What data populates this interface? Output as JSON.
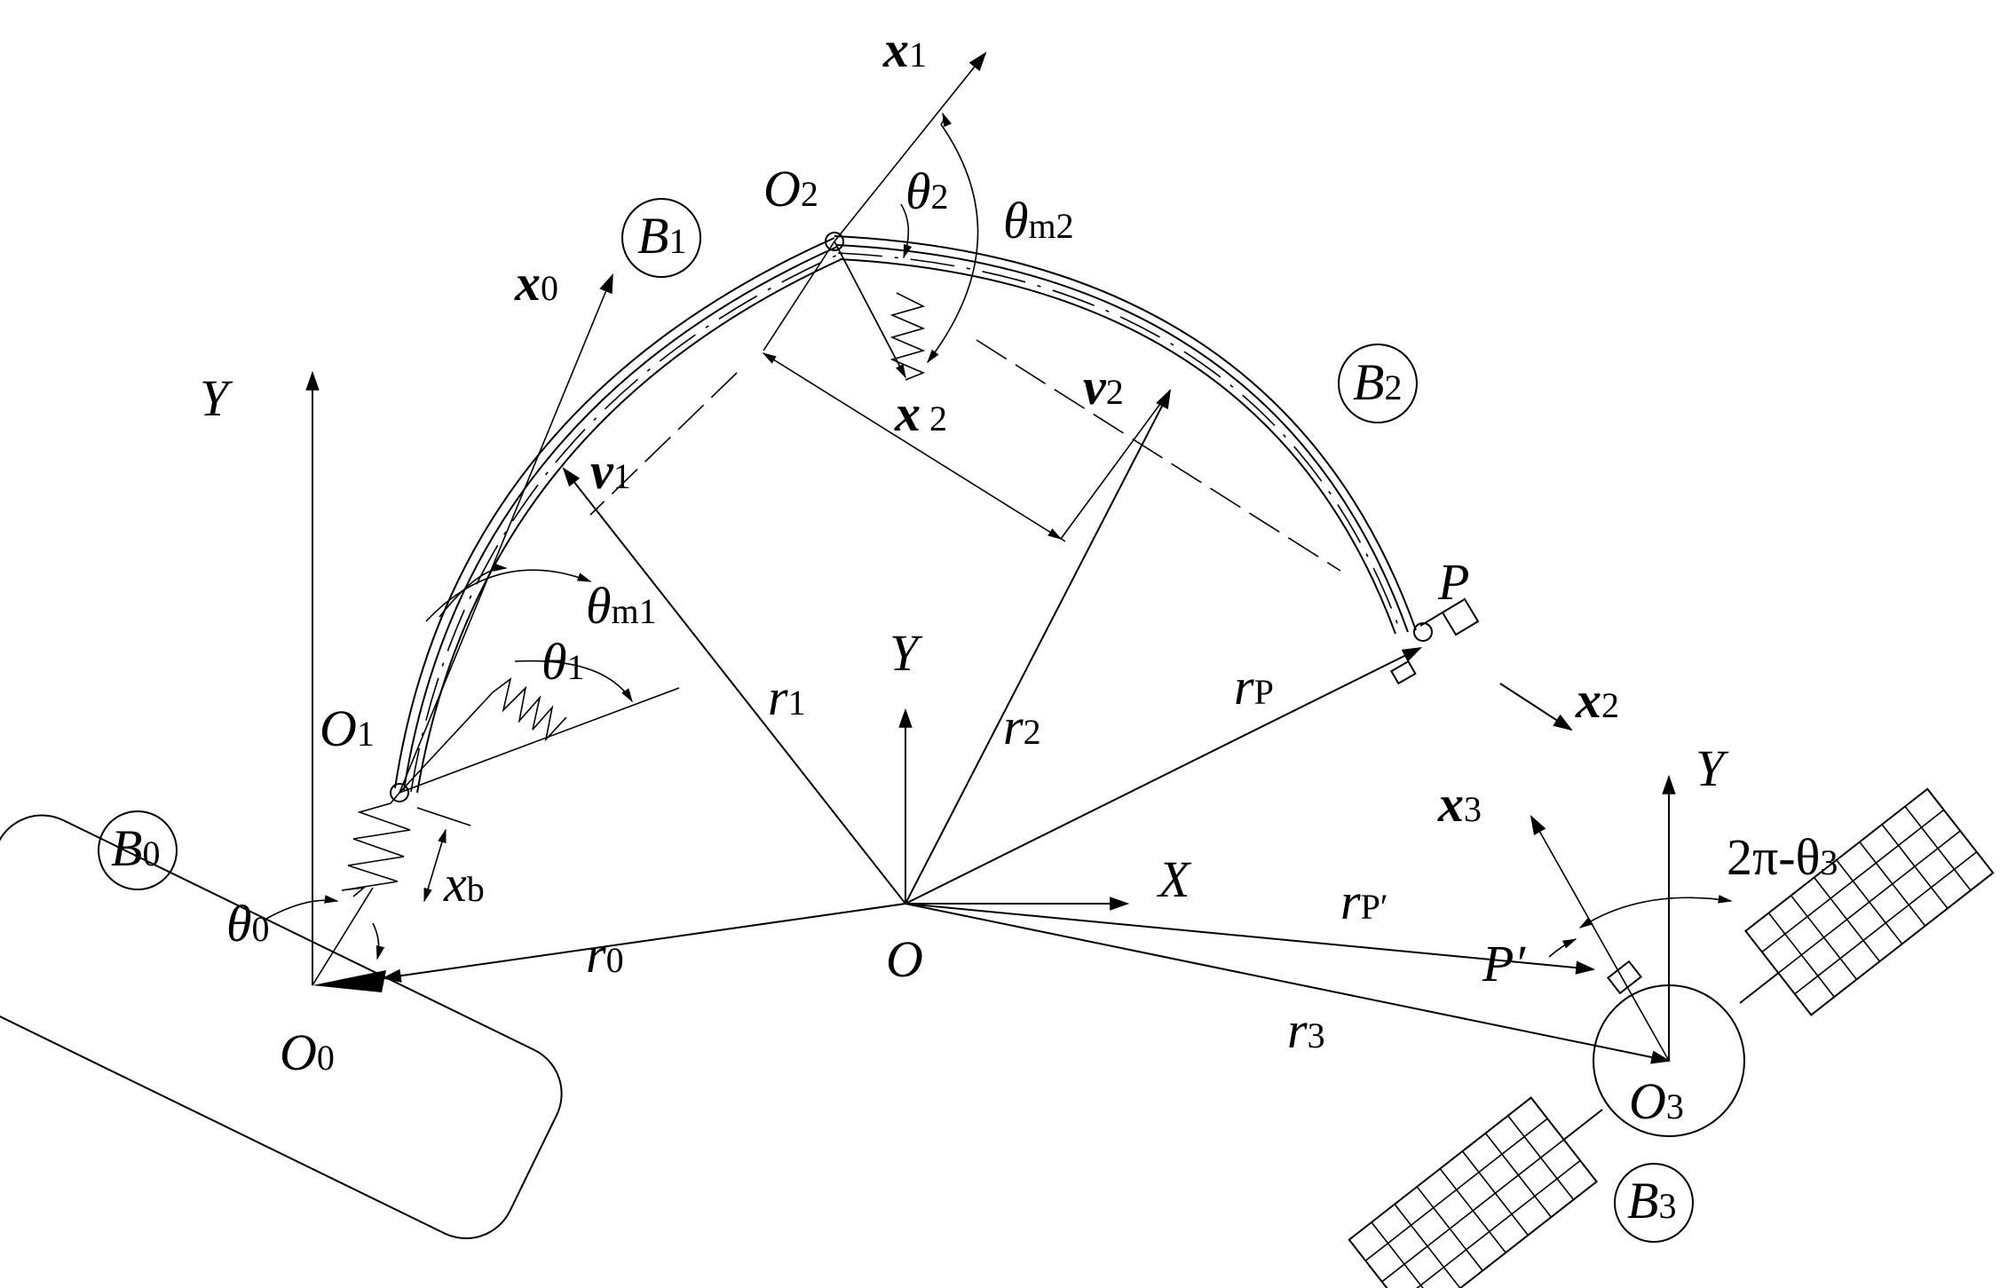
{
  "labels": {
    "Y_world": "Y",
    "Y_center": "Y",
    "Y_target": "Y",
    "X_center": "X",
    "O_center": "O",
    "O0": {
      "main": "O",
      "sub": "0"
    },
    "O1": {
      "main": "O",
      "sub": "1"
    },
    "O2": {
      "main": "O",
      "sub": "2"
    },
    "O3": {
      "main": "O",
      "sub": "3"
    },
    "B0": {
      "main": "B",
      "sub": "0"
    },
    "B1": {
      "main": "B",
      "sub": "1"
    },
    "B2": {
      "main": "B",
      "sub": "2"
    },
    "B3": {
      "main": "B",
      "sub": "3"
    },
    "x0": {
      "main": "x",
      "sub": "0"
    },
    "x1": {
      "main": "x",
      "sub": "1"
    },
    "x2_joint": {
      "main": "x",
      "sub": " 2"
    },
    "x2_tip": {
      "main": "x",
      "sub": "2"
    },
    "x3": {
      "main": "x",
      "sub": "3"
    },
    "xb": {
      "main": "x",
      "sub": "b"
    },
    "v1": {
      "main": "v",
      "sub": "1"
    },
    "v2": {
      "main": "v",
      "sub": "2"
    },
    "r0": {
      "main": "r",
      "sub": "0"
    },
    "r1": {
      "main": "r",
      "sub": "1"
    },
    "r2": {
      "main": "r",
      "sub": "2"
    },
    "r3": {
      "main": "r",
      "sub": "3"
    },
    "rP": {
      "main": "r",
      "sub": "P"
    },
    "rP_prime": {
      "main": "r",
      "sub": "P′"
    },
    "P": "P",
    "P_prime": "P′",
    "theta0": {
      "main": "θ",
      "sub": "0"
    },
    "theta1": {
      "main": "θ",
      "sub": "1"
    },
    "theta2": {
      "main": "θ",
      "sub": "2"
    },
    "theta_m1": {
      "main": "θ",
      "sub": "m1"
    },
    "theta_m2": {
      "main": "θ",
      "sub": "m2"
    },
    "two_pi_theta3": {
      "main": "2π-θ",
      "sub": "3"
    }
  }
}
